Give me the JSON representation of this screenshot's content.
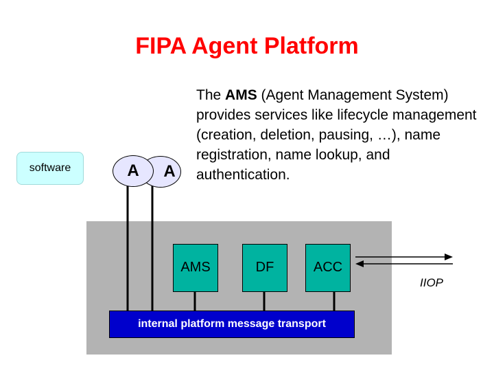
{
  "title": "FIPA Agent Platform",
  "description": {
    "pre": "The ",
    "bold": "AMS",
    "post": " (Agent Management System) provides services like lifecycle management (creation, deletion, pausing, …), name registration,  name lookup, and authentication."
  },
  "software_label": "software",
  "agent_front_label": "A",
  "agent_back_label": "A",
  "components": {
    "ams": "AMS",
    "df": "DF",
    "acc": "ACC"
  },
  "transport_label": "internal platform message transport",
  "iiop_label": "IIOP",
  "colors": {
    "title": "#ff0000",
    "platform": "#b3b3b3",
    "component": "#00b3a0",
    "transport": "#0000cc",
    "agent": "#e6e6ff",
    "software": "#ccffff"
  }
}
